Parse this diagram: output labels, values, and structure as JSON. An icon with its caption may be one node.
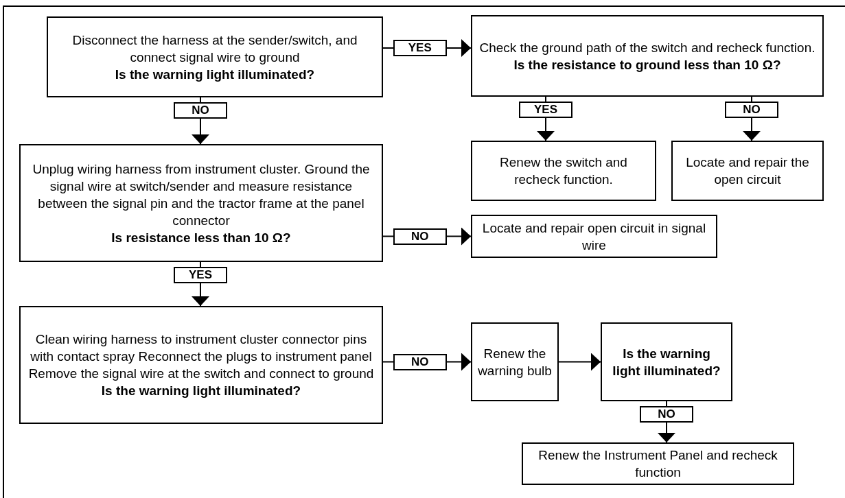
{
  "diagram": {
    "nodes": [
      {
        "text": [
          "Disconnect the harness at the sender/switch, and connect signal wire to ground",
          "Is the warning light illuminated?"
        ]
      },
      {
        "text": [
          "Check the ground path of the switch and recheck function.",
          "Is the resistance to ground less than 10 Ω?"
        ]
      },
      {
        "text": [
          "Unplug wiring harness from instrument cluster. Ground the signal wire at switch/sender and measure resistance between the signal pin and the tractor frame at the panel connector",
          "Is resistance less than 10 Ω?"
        ]
      },
      {
        "text": [
          "Renew the switch and recheck function."
        ]
      },
      {
        "text": [
          "Locate and repair the open circuit"
        ]
      },
      {
        "text": [
          "Locate and repair open circuit in signal wire"
        ]
      },
      {
        "text": [
          "Clean wiring harness to instrument cluster connector pins with contact spray Reconnect the plugs to instrument panel Remove the signal wire at the switch and connect to ground",
          "Is the warning light illuminated?"
        ]
      },
      {
        "text": [
          "Renew the warning bulb"
        ]
      },
      {
        "text": [
          "Is the warning light illuminated?"
        ]
      },
      {
        "text": [
          "Renew the Instrument Panel and recheck function"
        ]
      }
    ],
    "edges": [
      {
        "from": 0,
        "to": 1,
        "arrow": "to",
        "label": "YES"
      },
      {
        "from": 0,
        "to": 2,
        "arrow": "to",
        "label": "NO"
      },
      {
        "from": 1,
        "to": 3,
        "arrow": "to",
        "label": "YES"
      },
      {
        "from": 1,
        "to": 4,
        "arrow": "to",
        "label": "NO"
      },
      {
        "from": 2,
        "to": 5,
        "arrow": "to",
        "label": "NO"
      },
      {
        "from": 2,
        "to": 6,
        "arrow": "to",
        "label": "YES"
      },
      {
        "from": 6,
        "to": 7,
        "arrow": "to",
        "label": "NO"
      },
      {
        "from": 7,
        "to": 8,
        "arrow": "to"
      },
      {
        "from": 8,
        "to": 9,
        "arrow": "to",
        "label": "NO"
      }
    ]
  }
}
